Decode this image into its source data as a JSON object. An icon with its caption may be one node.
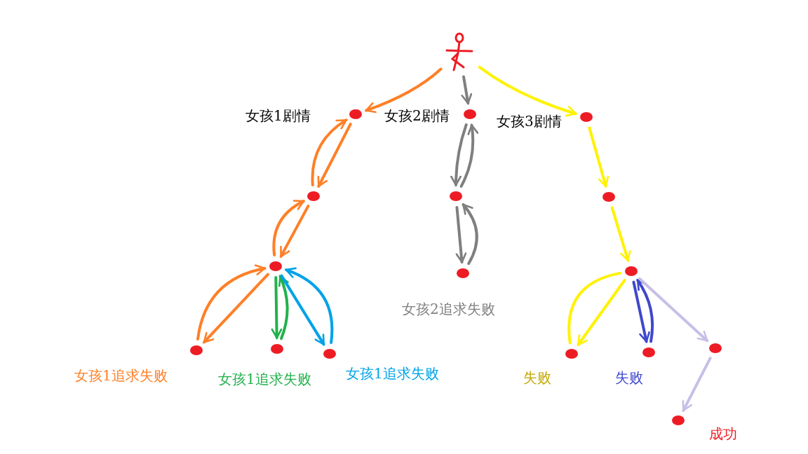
{
  "diagram": {
    "nodes": [
      {
        "text": [],
        "shape": "person"
      },
      {
        "text": [],
        "shape": "circle",
        "beside": [
          "女孩1剧情"
        ]
      },
      {
        "text": [],
        "shape": "circle",
        "beside": [
          "女孩2剧情"
        ]
      },
      {
        "text": [],
        "shape": "circle",
        "beside": [
          "女孩3剧情"
        ]
      },
      {
        "text": [],
        "shape": "circle"
      },
      {
        "text": [],
        "shape": "circle"
      },
      {
        "text": [],
        "shape": "circle",
        "beside": [
          "女孩1追求失败"
        ]
      },
      {
        "text": [],
        "shape": "circle",
        "beside": [
          "女孩1追求失败"
        ]
      },
      {
        "text": [],
        "shape": "circle",
        "beside": [
          "女孩1追求失败"
        ]
      },
      {
        "text": [],
        "shape": "circle"
      },
      {
        "text": [],
        "shape": "circle",
        "beside": [
          "女孩2追求失败"
        ]
      },
      {
        "text": [],
        "shape": "circle"
      },
      {
        "text": [],
        "shape": "circle"
      },
      {
        "text": [],
        "shape": "circle",
        "beside": [
          "失败"
        ]
      },
      {
        "text": [],
        "shape": "circle",
        "beside": [
          "失败"
        ]
      },
      {
        "text": [],
        "shape": "circle"
      },
      {
        "text": [],
        "shape": "circle",
        "beside": [
          "成功"
        ]
      }
    ],
    "edges": [
      {
        "from": 0,
        "to": 1,
        "arrow": "to",
        "color": "#ff7f27"
      },
      {
        "from": 0,
        "to": 2,
        "arrow": "to",
        "color": "#7f7f7f"
      },
      {
        "from": 0,
        "to": 3,
        "arrow": "to",
        "color": "#fff200"
      },
      {
        "from": 1,
        "to": 4,
        "arrow": "to",
        "color": "#ff7f27"
      },
      {
        "from": 4,
        "to": 1,
        "arrow": "to",
        "color": "#ff7f27"
      },
      {
        "from": 4,
        "to": 5,
        "arrow": "to",
        "color": "#ff7f27"
      },
      {
        "from": 5,
        "to": 4,
        "arrow": "to",
        "color": "#ff7f27"
      },
      {
        "from": 5,
        "to": 6,
        "arrow": "to",
        "color": "#ff7f27"
      },
      {
        "from": 6,
        "to": 5,
        "arrow": "to",
        "color": "#ff7f27"
      },
      {
        "from": 5,
        "to": 7,
        "arrow": "to",
        "color": "#22b14c"
      },
      {
        "from": 7,
        "to": 5,
        "arrow": "to",
        "color": "#22b14c"
      },
      {
        "from": 5,
        "to": 8,
        "arrow": "to",
        "color": "#00a2e8"
      },
      {
        "from": 8,
        "to": 5,
        "arrow": "to",
        "color": "#00a2e8"
      },
      {
        "from": 2,
        "to": 9,
        "arrow": "to",
        "color": "#7f7f7f"
      },
      {
        "from": 9,
        "to": 2,
        "arrow": "to",
        "color": "#7f7f7f"
      },
      {
        "from": 9,
        "to": 10,
        "arrow": "to",
        "color": "#7f7f7f"
      },
      {
        "from": 10,
        "to": 9,
        "arrow": "to",
        "color": "#7f7f7f"
      },
      {
        "from": 3,
        "to": 11,
        "arrow": "to",
        "color": "#fff200"
      },
      {
        "from": 11,
        "to": 12,
        "arrow": "to",
        "color": "#fff200"
      },
      {
        "from": 12,
        "to": 13,
        "arrow": "to",
        "color": "#fff200"
      },
      {
        "from": 13,
        "to": 12,
        "arrow": "none",
        "color": "#fff200"
      },
      {
        "from": 12,
        "to": 14,
        "arrow": "to",
        "color": "#3f48cc"
      },
      {
        "from": 14,
        "to": 12,
        "arrow": "to",
        "color": "#3f48cc"
      },
      {
        "from": 12,
        "to": 15,
        "arrow": "to",
        "color": "#c8bfe7"
      },
      {
        "from": 15,
        "to": 16,
        "arrow": "to",
        "color": "#c8bfe7"
      }
    ]
  }
}
